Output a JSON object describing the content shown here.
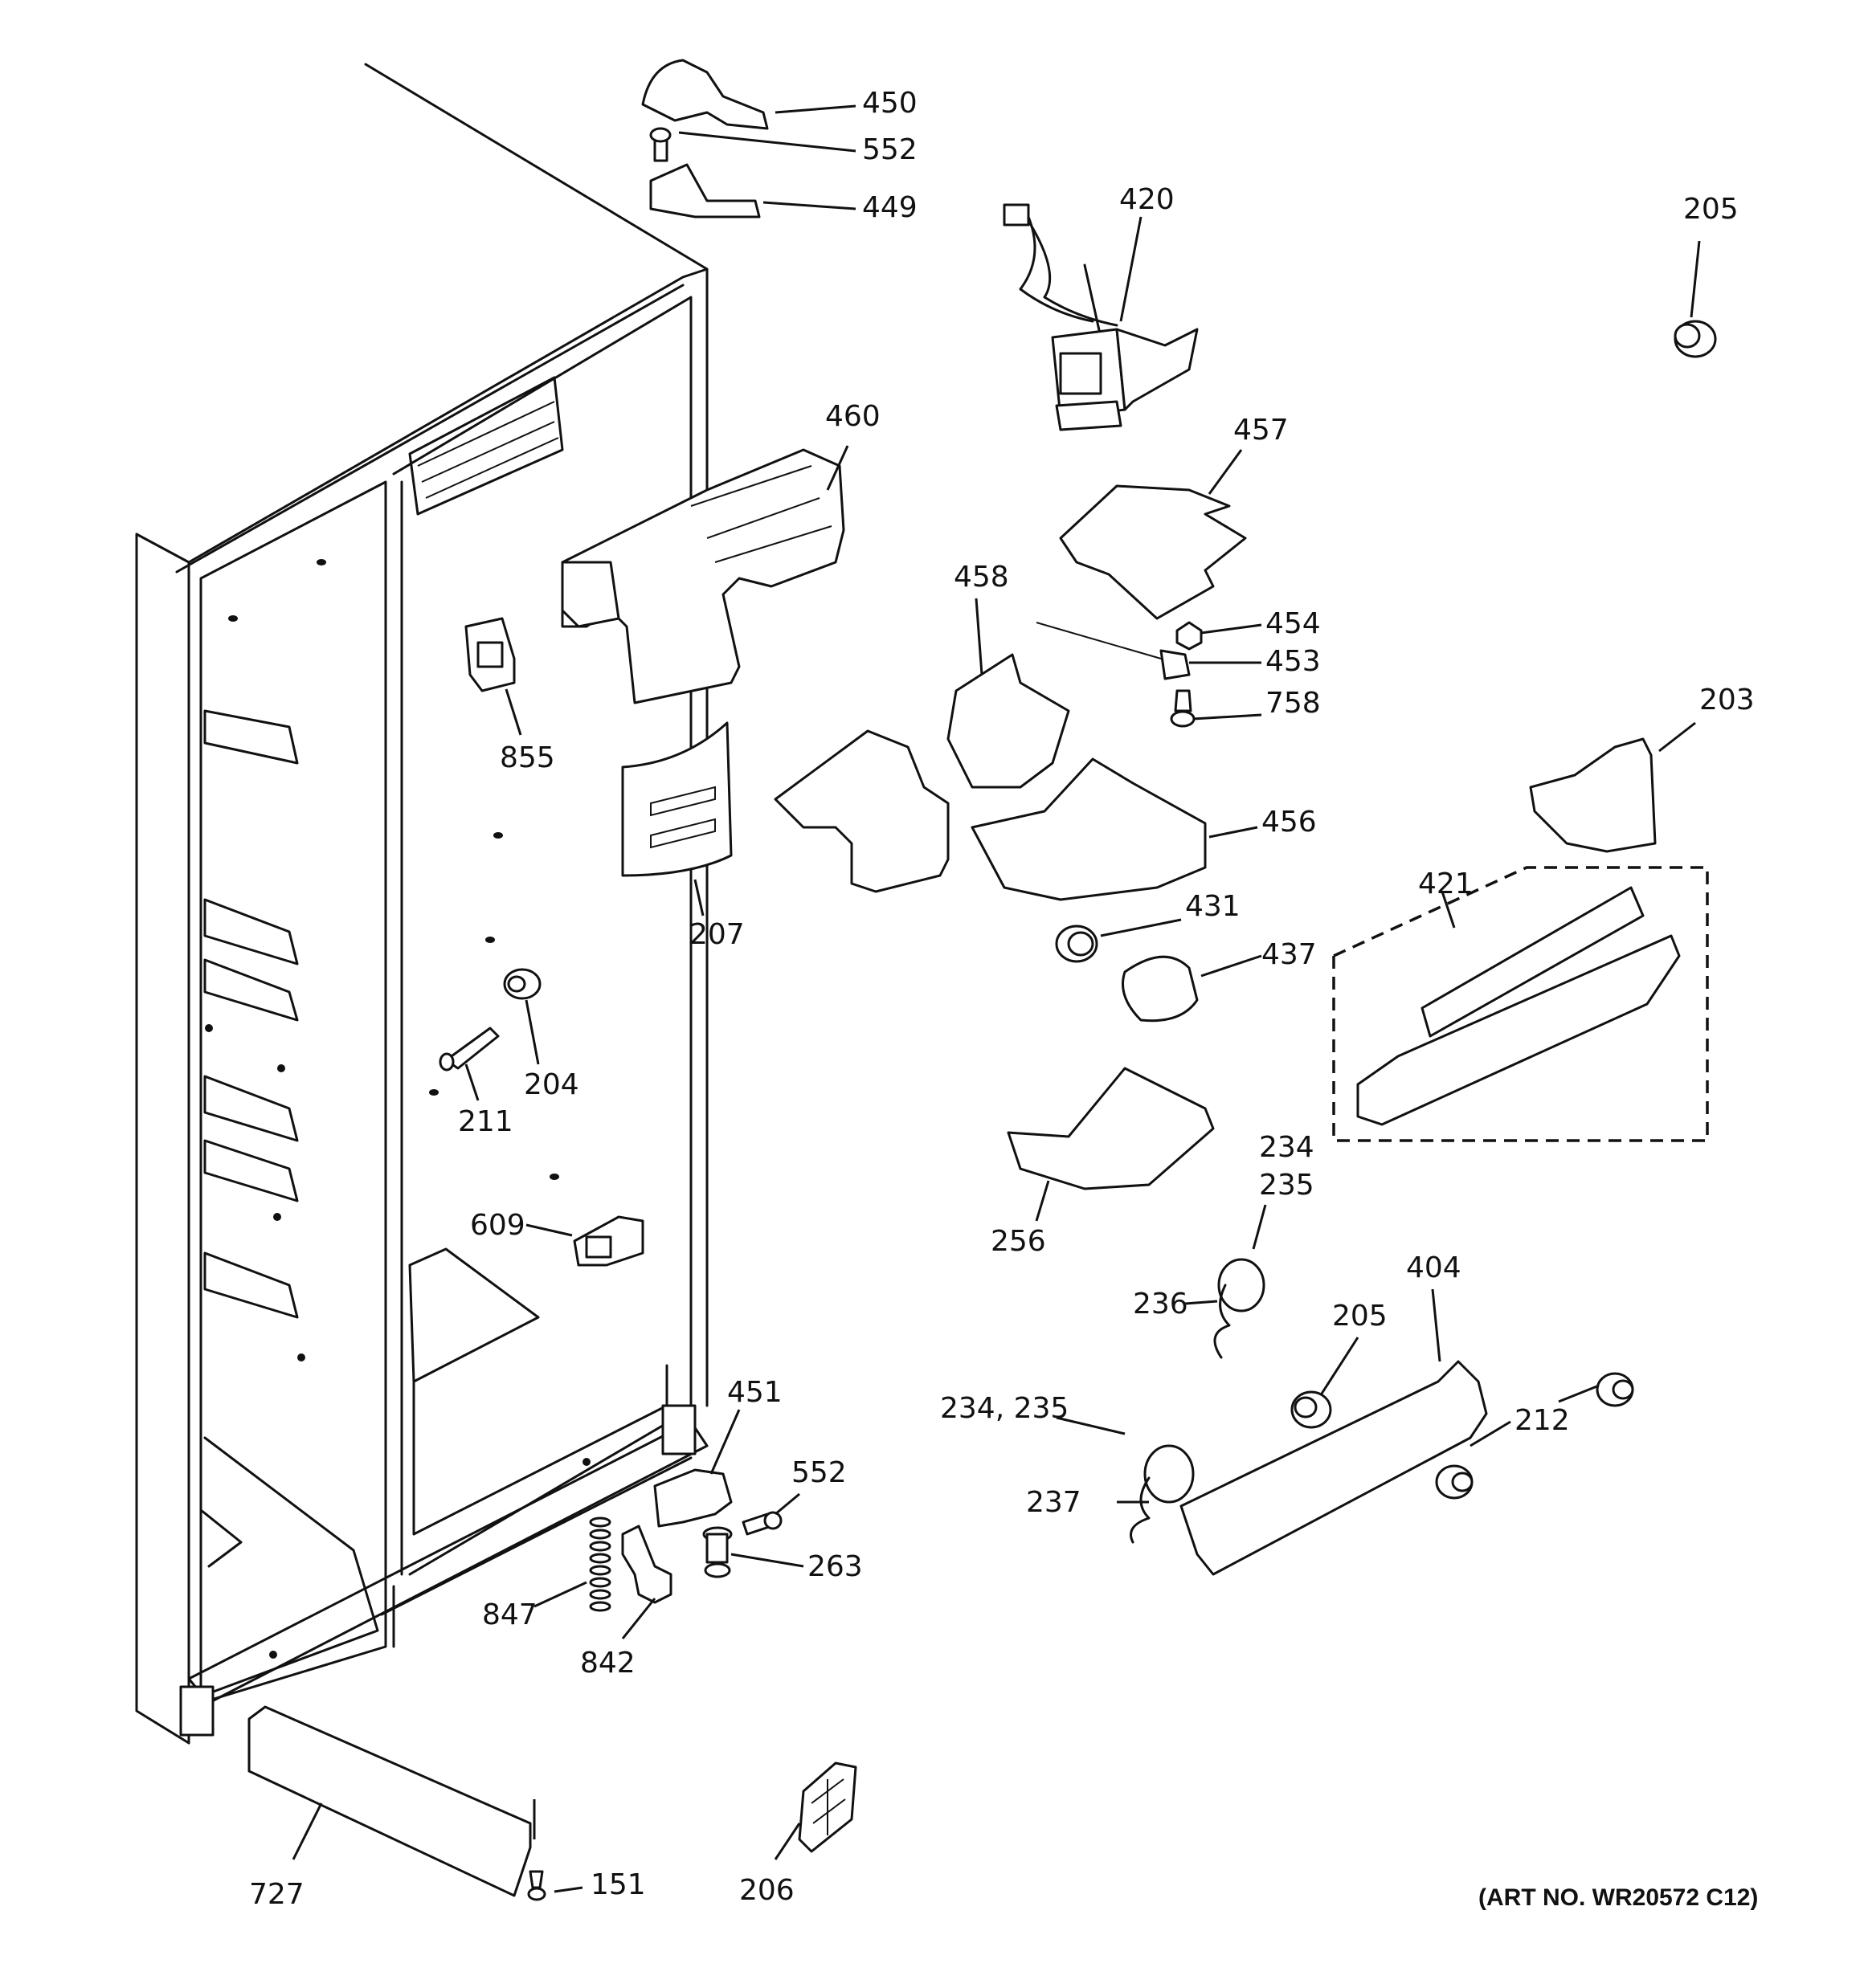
{
  "art_number": "(ART NO. WR20572 C12)",
  "callouts": {
    "c450": "450",
    "c552a": "552",
    "c449": "449",
    "c420": "420",
    "c205a": "205",
    "c460": "460",
    "c457": "457",
    "c458": "458",
    "c454": "454",
    "c453": "453",
    "c758": "758",
    "c855": "855",
    "c203": "203",
    "c456": "456",
    "c207": "207",
    "c421": "421",
    "c431": "431",
    "c437": "437",
    "c204": "204",
    "c211": "211",
    "c234a": "234",
    "c235a": "235",
    "c256": "256",
    "c609": "609",
    "c404": "404",
    "c236": "236",
    "c205b": "205",
    "c234b": "234, 235",
    "c212": "212",
    "c451": "451",
    "c552b": "552",
    "c237": "237",
    "c263": "263",
    "c847": "847",
    "c842": "842",
    "c727": "727",
    "c151": "151",
    "c206": "206"
  }
}
